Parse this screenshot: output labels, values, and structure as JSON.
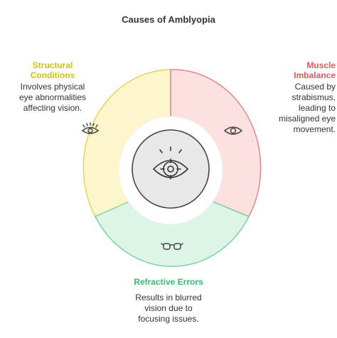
{
  "title": "Causes of Amblyopia",
  "segments": {
    "structural": {
      "heading_line1": "Structural",
      "heading_line2": "Conditions",
      "desc_lines": [
        "Involves physical",
        "eye abnormalities",
        "affecting vision."
      ],
      "icon": "eye-lashes-icon",
      "fill": "#fdf6cc",
      "stroke": "#e6d455",
      "heading_color": "#d4c30e"
    },
    "muscle": {
      "heading_line1": "Muscle",
      "heading_line2": "Imbalance",
      "desc_lines": [
        "Caused by",
        "strabismus,",
        "leading to",
        "misaligned eye",
        "movement."
      ],
      "icon": "eye-icon",
      "fill": "#fde0e0",
      "stroke": "#e88787",
      "heading_color": "#e05a5a"
    },
    "refractive": {
      "heading": "Refractive Errors",
      "desc_lines": [
        "Results in blurred",
        "vision due to",
        "focusing issues."
      ],
      "icon": "glasses-icon",
      "fill": "#dcf5e6",
      "stroke": "#7fd3a3",
      "heading_color": "#2fbf6f"
    }
  },
  "center": {
    "icon": "eye-target-icon"
  }
}
